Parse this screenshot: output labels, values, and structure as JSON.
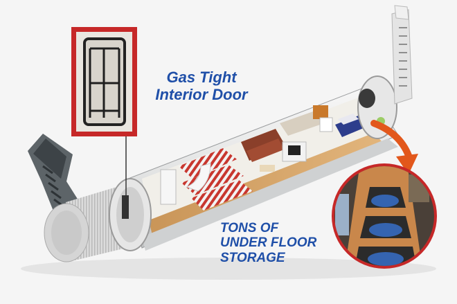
{
  "callouts": {
    "door": [
      "Gas Tight",
      "Interior Door"
    ],
    "storage": [
      "TONS OF",
      "UNDER FLOOR",
      "STORAGE"
    ]
  },
  "colors": {
    "callout_text": "#1f4fa8",
    "frame_red": "#c62828",
    "arrow_orange": "#e2571b",
    "tube_white": "#e9eaea",
    "floor_wood": "#d7a66b",
    "stripe_red": "#c8372f"
  },
  "icons": [
    "gas-tight-door-photo",
    "storage-hatch-photo",
    "curved-arrow-icon",
    "entry-stairs",
    "escape-ladder"
  ]
}
